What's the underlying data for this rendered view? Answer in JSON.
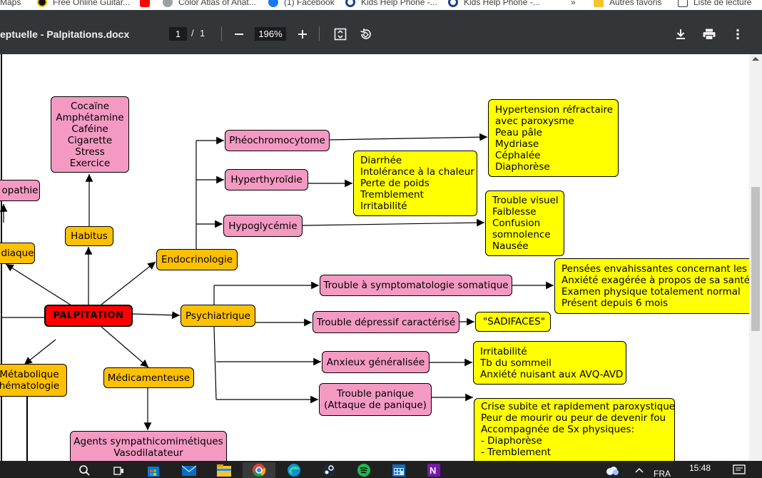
{
  "bookmarks": [
    {
      "label": "Maps",
      "icon": "maps-icon"
    },
    {
      "label": "Free Online Guitar...",
      "icon": "guitar-site-icon"
    },
    {
      "label": "",
      "icon": "youtube-icon"
    },
    {
      "label": "Color Atlas of Anat...",
      "icon": "globe-icon"
    },
    {
      "label": "(1) Facebook",
      "icon": "facebook-icon"
    },
    {
      "label": "Kids Help Phone -...",
      "icon": "kids-help-phone-icon"
    },
    {
      "label": "Kids Help Phone -...",
      "icon": "kids-help-phone-icon"
    }
  ],
  "bookmarks_overflow": "»",
  "bookmarks_other": "Autres favoris",
  "bookmarks_reading_list": "Liste de lecture",
  "toolbar": {
    "title": "eptuelle - Palpitations.docx",
    "page_current": "1",
    "page_separator": "/",
    "page_total": "1",
    "zoom": "196%",
    "icons": [
      "zoom-out-icon",
      "zoom-in-icon",
      "fit-page-icon",
      "rotate-icon",
      "download-icon",
      "print-icon",
      "more-vert-icon"
    ]
  },
  "map": {
    "center": "PALPITATION",
    "partial_left": {
      "cardiopathie": "opathie",
      "cardiaque": "diaque",
      "metabolique_1": "Métabolique",
      "metabolique_2": "hématologie"
    },
    "habitus": "Habitus",
    "habitus_list": [
      "Cocaïne",
      "Amphétamine",
      "Caféine",
      "Cigarette",
      "Stress",
      "Exercice"
    ],
    "endocrinologie": "Endocrinologie",
    "pheo": "Phéochromocytome",
    "pheo_signs": [
      "Hypertension réfractaire",
      "avec paroxysme",
      "Peau pâle",
      "Mydriase",
      "Céphalée",
      "Diaphorèse"
    ],
    "hyperthyroidie": "Hyperthyroïdie",
    "hyperthyroidie_signs": [
      "Diarrhée",
      "Intolérance à la chaleur",
      "Perte de poids",
      "Tremblement",
      "Irritabilité"
    ],
    "hypoglycemie": "Hypoglycémie",
    "hypoglycemie_signs": [
      "Trouble visuel",
      "Faiblesse",
      "Confusion",
      "somnolence",
      "Nausée"
    ],
    "psychiatrique": "Psychiatrique",
    "somatique": "Trouble à symptomatologie somatique",
    "somatique_signs": [
      "Pensées envahissantes concernant les S",
      "Anxiété exagérée à propos de sa santé",
      "Examen physique totalement normal",
      "Présent depuis 6 mois"
    ],
    "depressif": "Trouble dépressif caractérisé",
    "depressif_signs": [
      "\"SADIFACES\""
    ],
    "anxieux": "Anxieux généralisée",
    "anxieux_signs": [
      "Irritabilité",
      "Tb du sommeil",
      "Anxiété nuisant aux AVQ-AVD"
    ],
    "panique": [
      "Trouble panique",
      "(Attaque de panique)"
    ],
    "panique_signs": [
      "Crise subite et rapidement paroxystique",
      "Peur de mourir ou peur de devenir fou",
      "Accompagnée de Sx physiques:",
      "- Diaphorèse",
      "- Tremblement"
    ],
    "medicamenteuse": "Médicamenteuse",
    "medicamenteuse_list": [
      "Agents sympathicomimétiques",
      "Vasodilatateur"
    ]
  },
  "taskbar": {
    "icons": [
      "search-icon",
      "task-view-icon",
      "microsoft-store-icon",
      "mail-icon",
      "file-explorer-icon",
      "chrome-icon",
      "edge-icon",
      "steam-icon",
      "spotify-icon",
      "calendar-icon",
      "onenote-icon"
    ],
    "language": "FRA",
    "time": "15:48",
    "tray_icons": [
      "weather-icon",
      "chevron-up-icon",
      "notification-icon"
    ]
  },
  "colors": {
    "pink": "#f49ac2",
    "orange": "#ffc000",
    "yellow": "#ffff00",
    "red": "#ff0000",
    "toolbar": "#323639"
  }
}
